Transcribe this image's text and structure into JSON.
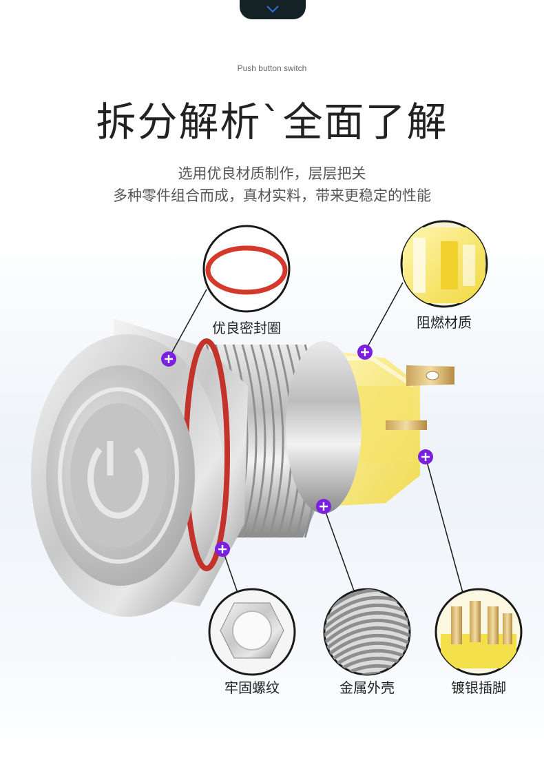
{
  "header": {
    "subtitle": "Push button switch",
    "title": "拆分解析`全面了解",
    "description_line1": "选用优良材质制作，层层把关",
    "description_line2": "多种零件组合而成，真材实料，带来更稳定的性能"
  },
  "parts": [
    {
      "label": "优良密封圈",
      "icon": "o-ring"
    },
    {
      "label": "阻燃材质",
      "icon": "flame-retardant-base"
    },
    {
      "label": "牢固螺纹",
      "icon": "hex-nut"
    },
    {
      "label": "金属外壳",
      "icon": "threaded-shell"
    },
    {
      "label": "镀银插脚",
      "icon": "silver-pins"
    }
  ],
  "colors": {
    "marker": "#7b1fe0",
    "ring": "#d9332b",
    "top_tab": "#152225"
  }
}
